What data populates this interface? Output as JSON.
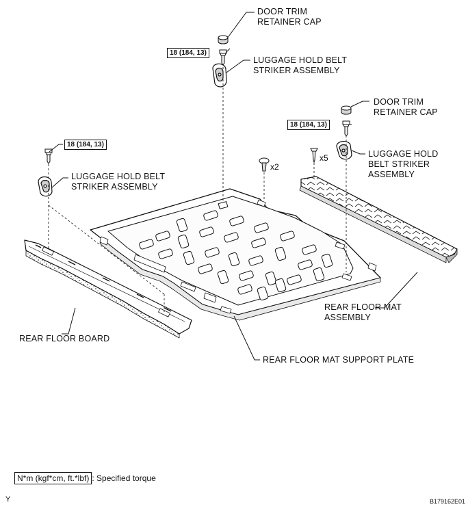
{
  "labels": {
    "door_trim_cap_top": [
      "DOOR TRIM",
      "RETAINER CAP"
    ],
    "striker_top": [
      "LUGGAGE HOLD BELT",
      "STRIKER ASSEMBLY"
    ],
    "door_trim_cap_right": [
      "DOOR TRIM",
      "RETAINER CAP"
    ],
    "striker_right": [
      "LUGGAGE HOLD",
      "BELT STRIKER",
      "ASSEMBLY"
    ],
    "striker_left": [
      "LUGGAGE HOLD BELT",
      "STRIKER ASSEMBLY"
    ],
    "rear_floor_mat": [
      "REAR FLOOR MAT",
      "ASSEMBLY"
    ],
    "rear_floor_board": "REAR FLOOR BOARD",
    "support_plate": "REAR FLOOR MAT SUPPORT PLATE"
  },
  "torque": {
    "top": "18 (184, 13)",
    "right": "18 (184, 13)",
    "left": "18 (184, 13)"
  },
  "quantities": {
    "clip": "x2",
    "screw": "x5"
  },
  "legend": {
    "unit": "N*m (kgf*cm, ft.*lbf)",
    "text": ": Specified torque"
  },
  "corner": {
    "left": "Y",
    "right": "B179162E01"
  }
}
